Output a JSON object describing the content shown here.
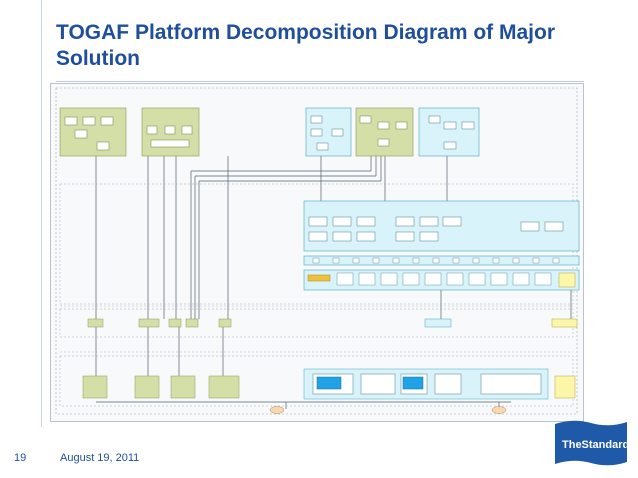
{
  "slide": {
    "title": "TOGAF Platform Decomposition Diagram of Major Solution",
    "page_number": "19",
    "date": "August 19, 2011"
  },
  "logo": {
    "text": "TheStandard",
    "color": "#1f5aa8"
  },
  "diagram": {
    "name": "platform-decomposition-diagram",
    "colors": {
      "green": "#d3dfa6",
      "cyan": "#d8f4fa",
      "yellow": "#fbf6a8",
      "blue": "#1fa3e6",
      "orange": "#f6d9b3",
      "gold": "#f0c23a"
    }
  }
}
